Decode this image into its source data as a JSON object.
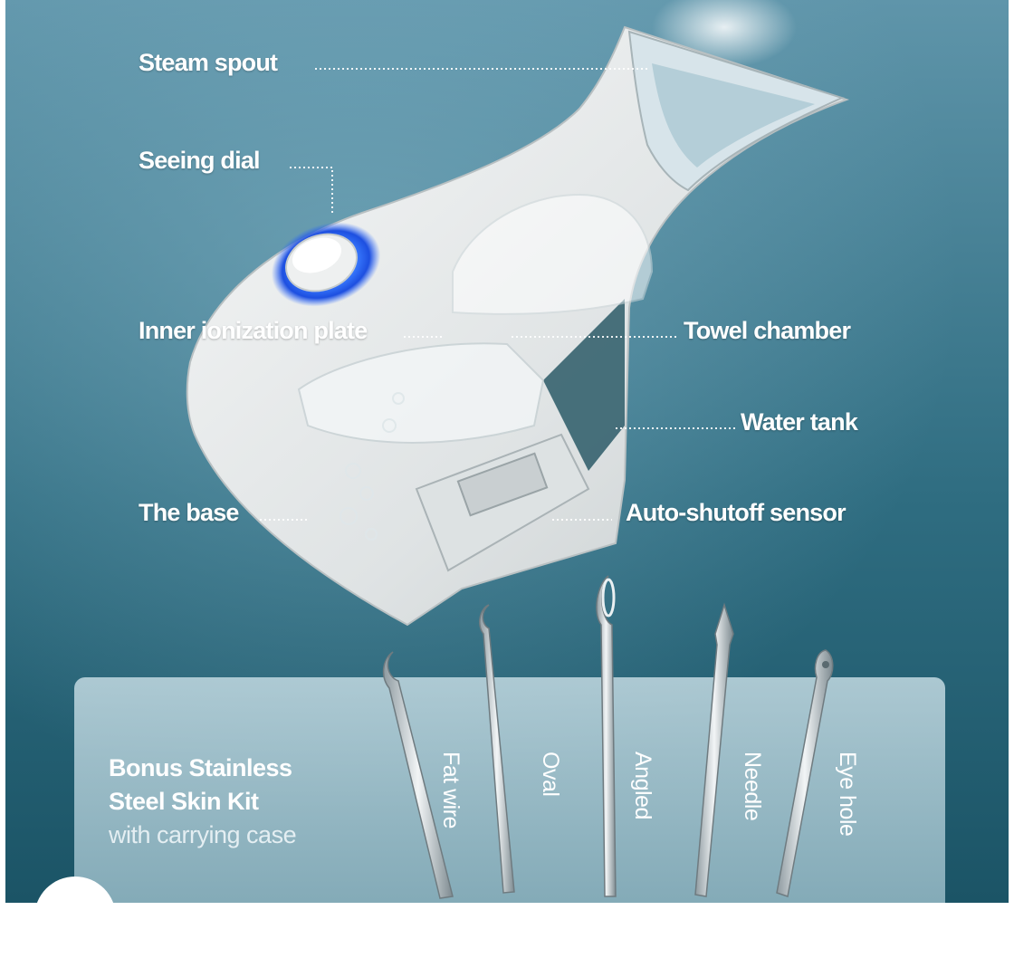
{
  "labels": {
    "steam_spout": "Steam spout",
    "setting_dial": "Seeing dial",
    "inner_ionization_plate": "Inner ionization plate",
    "towel_chamber": "Towel chamber",
    "water_tank": "Water tank",
    "the_base": "The base",
    "auto_shutoff_sensor": "Auto-shutoff sensor"
  },
  "kit": {
    "line1": "Bonus Stainless",
    "line2": "Steel Skin Kit",
    "line3": "with carrying case"
  },
  "tools": [
    "Fat wire",
    "Oval",
    "Angled",
    "Needle",
    "Eye hole"
  ],
  "colors": {
    "background_top": "#5d93a8",
    "background_bottom": "#1c5466",
    "device_body": "#e8eaea",
    "dial_glow": "#2f6cff",
    "kit_panel": "#b9d3dc",
    "text": "#ffffff"
  }
}
